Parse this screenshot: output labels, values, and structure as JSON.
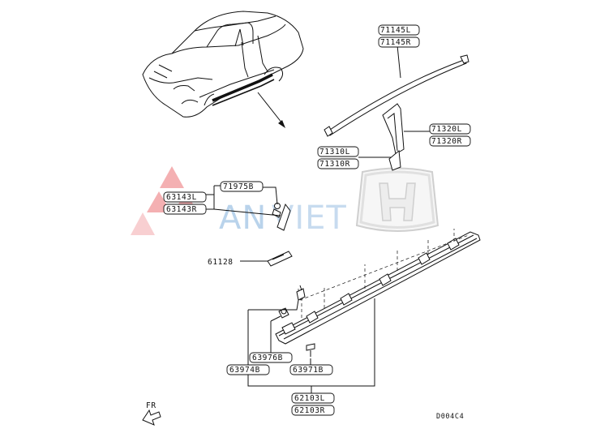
{
  "diagram_id": "D004C4",
  "direction_label": "FR",
  "watermark": {
    "text_a": "AN",
    "text_b": "VIET"
  },
  "parts": {
    "p71145L": "71145L",
    "p71145R": "71145R",
    "p71320L": "71320L",
    "p71320R": "71320R",
    "p71310L": "71310L",
    "p71310R": "71310R",
    "p71975B": "71975B",
    "p63143L": "63143L",
    "p63143R": "63143R",
    "p61128": "61128",
    "p63976B": "63976B",
    "p63974B": "63974B",
    "p63971B": "63971B",
    "p62103L": "62103L",
    "p62103R": "62103R"
  }
}
